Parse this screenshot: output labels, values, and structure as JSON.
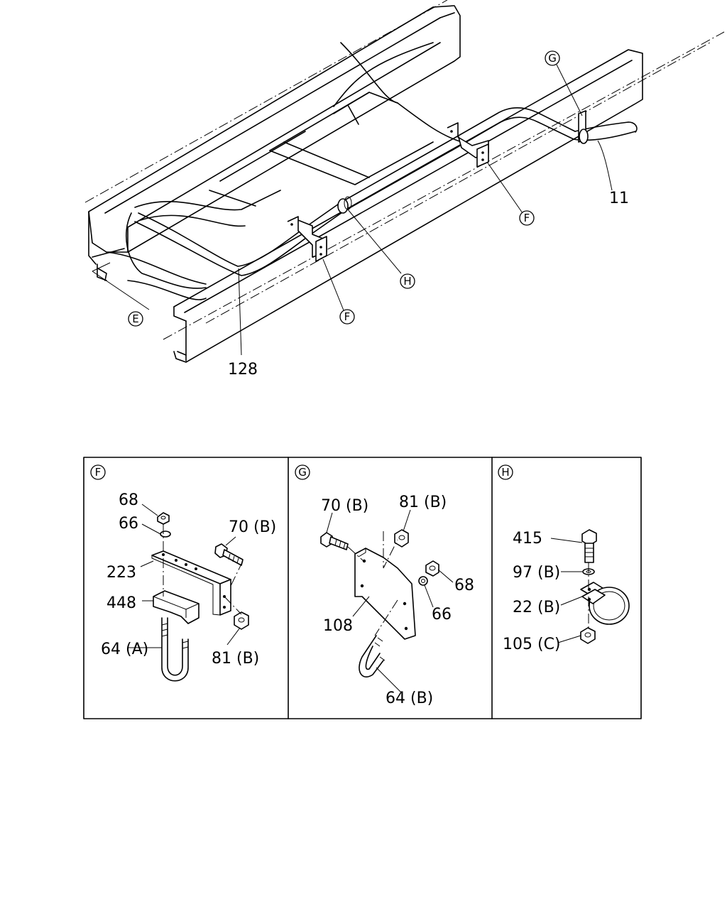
{
  "main_view": {
    "callouts": {
      "G": "G",
      "F1": "F",
      "F2": "F",
      "H": "H",
      "E": "E"
    },
    "part_labels": {
      "p11": "11",
      "p128": "128"
    }
  },
  "panel_f": {
    "title": "F",
    "labels": {
      "n68": "68",
      "n66": "66",
      "n70b": "70 (B)",
      "n223": "223",
      "n448": "448",
      "n64a": "64 (A)",
      "n81b": "81 (B)"
    }
  },
  "panel_g": {
    "title": "G",
    "labels": {
      "n70b": "70 (B)",
      "n81b": "81 (B)",
      "n68": "68",
      "n66": "66",
      "n108": "108",
      "n64b": "64 (B)"
    }
  },
  "panel_h": {
    "title": "H",
    "labels": {
      "n415": "415",
      "n97b": "97 (B)",
      "n22b": "22 (B)",
      "n105c": "105 (C)"
    }
  }
}
